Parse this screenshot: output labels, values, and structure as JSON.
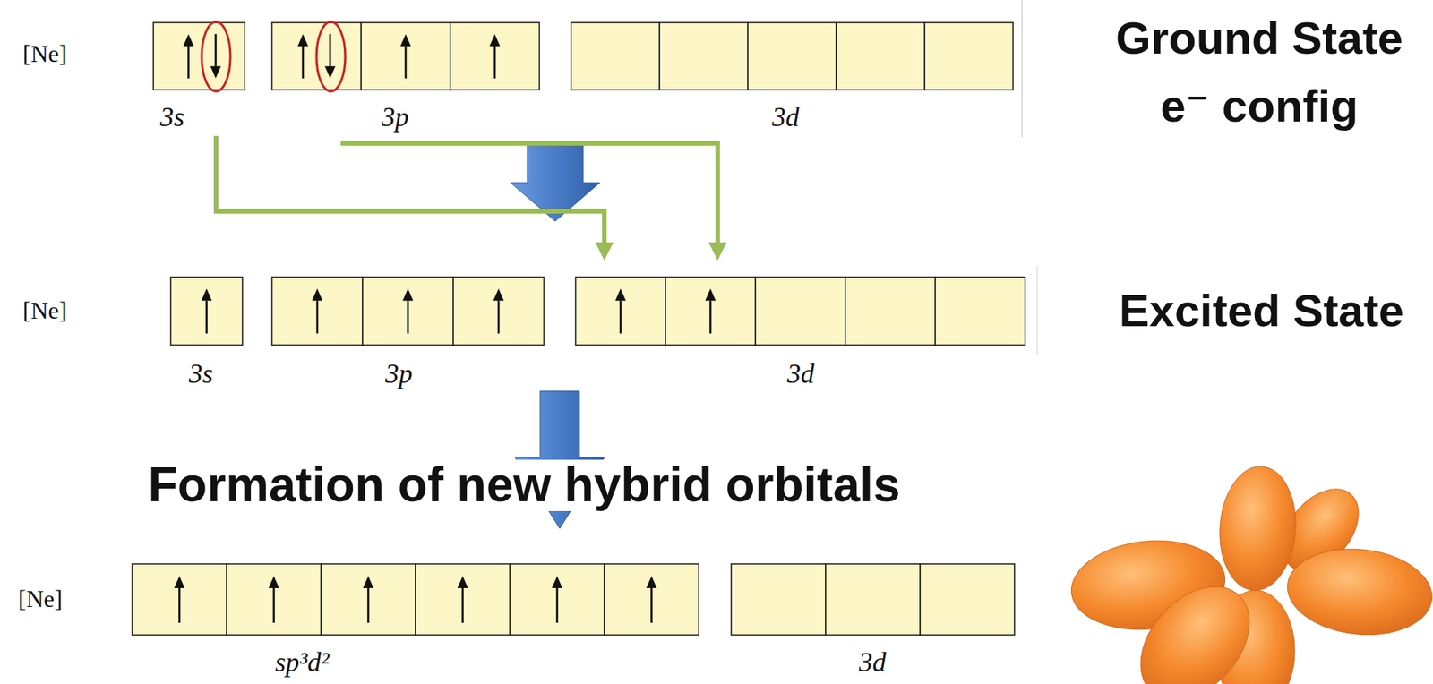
{
  "diagram": {
    "labels": [
      "[Ne]",
      "3s",
      "3p",
      "3d",
      "Ground State e⁻ config",
      "Excited State",
      "[Ne]",
      "3s",
      "3p",
      "3d",
      "Formation of new hybrid orbitals",
      "[Ne]",
      "sp³d²",
      "3d"
    ]
  }
}
